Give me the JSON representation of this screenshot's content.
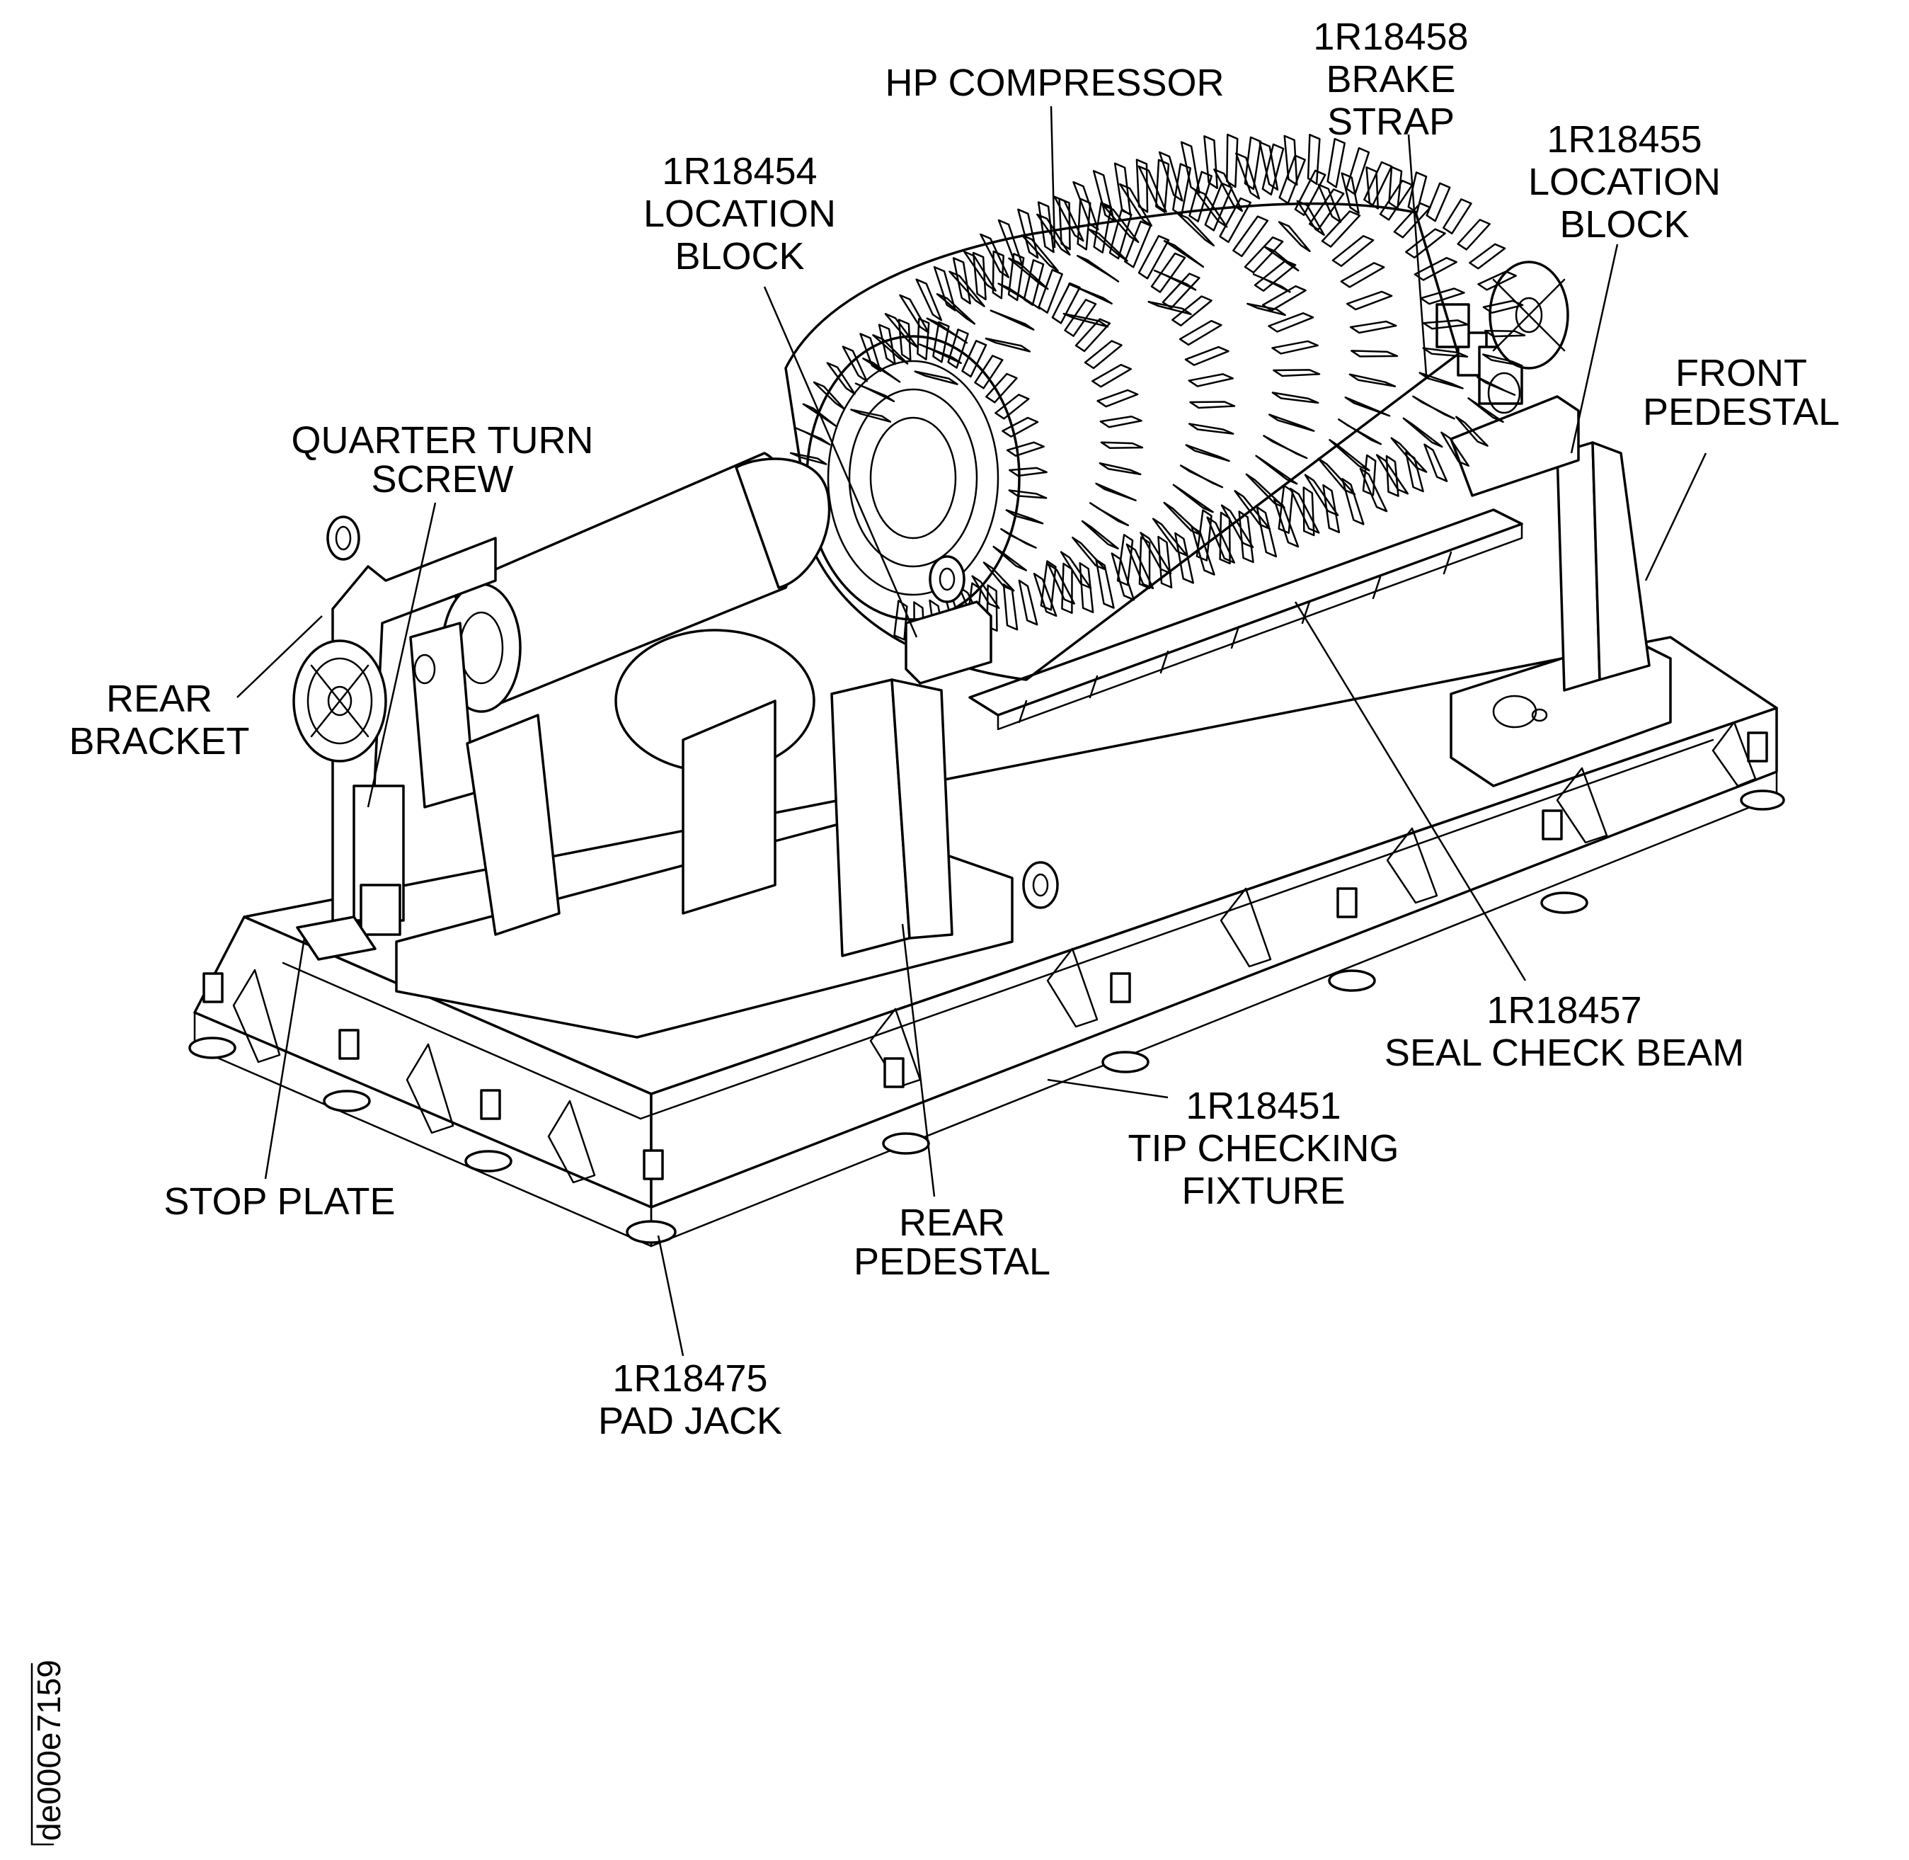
{
  "figure_id": "de000e7159",
  "callouts": {
    "hp_compressor": [
      "HP COMPRESSOR"
    ],
    "brake_strap": [
      "1R18458",
      "BRAKE",
      "STRAP"
    ],
    "location_block_rear": [
      "1R18454",
      "LOCATION",
      "BLOCK"
    ],
    "location_block_front": [
      "1R18455",
      "LOCATION",
      "BLOCK"
    ],
    "front_pedestal": [
      "FRONT",
      "PEDESTAL"
    ],
    "quarter_turn_screw": [
      "QUARTER TURN",
      "SCREW"
    ],
    "rear_bracket": [
      "REAR",
      "BRACKET"
    ],
    "seal_check_beam": [
      "1R18457",
      "SEAL CHECK BEAM"
    ],
    "tip_checking_fixture": [
      "1R18451",
      "TIP CHECKING",
      "FIXTURE"
    ],
    "stop_plate": [
      "STOP PLATE"
    ],
    "rear_pedestal": [
      "REAR",
      "PEDESTAL"
    ],
    "pad_jack": [
      "1R18475",
      "PAD JACK"
    ]
  }
}
